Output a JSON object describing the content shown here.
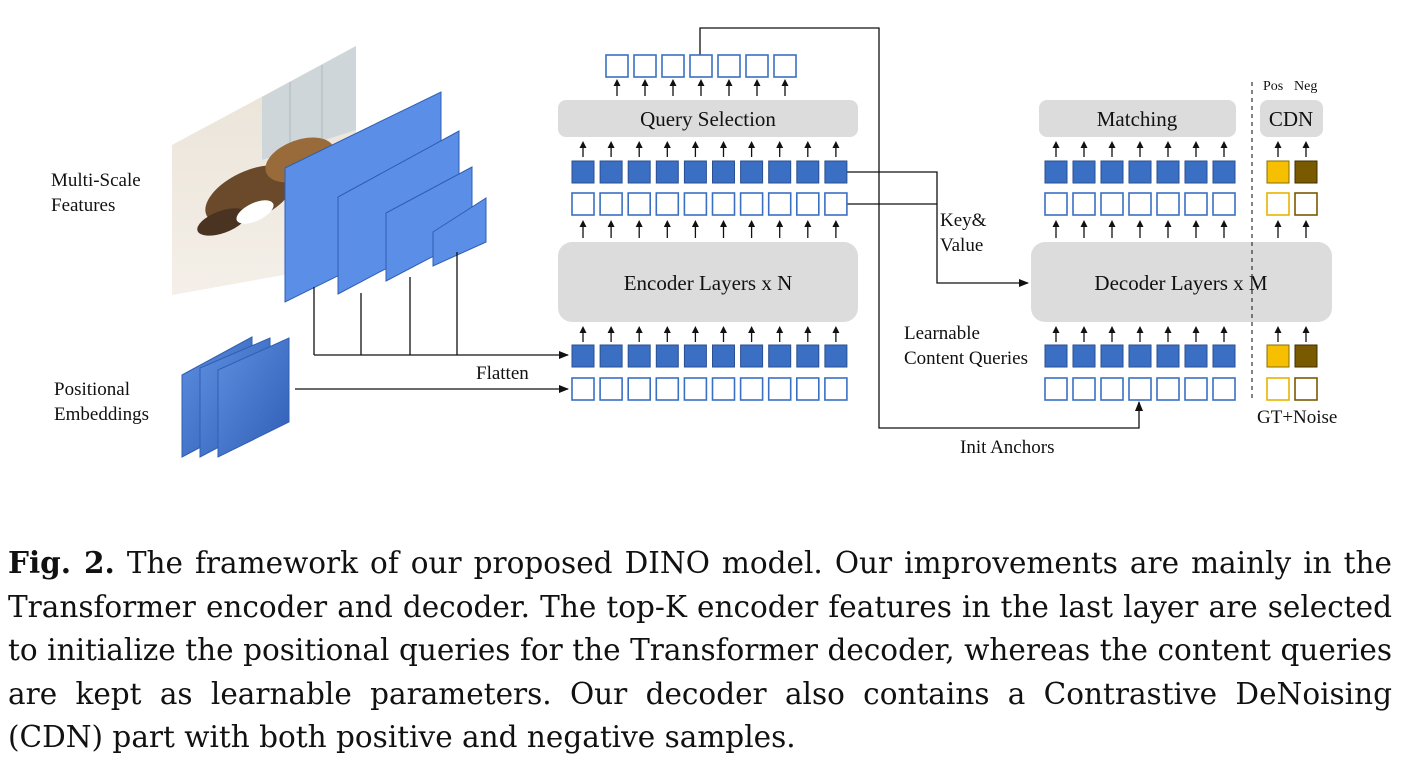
{
  "colors": {
    "token_fill": "#3a6fc4",
    "token_stroke": "#2a4f93",
    "token_empty_stroke": "#3a6fc4",
    "block_fill": "#dcdcdc",
    "feature_fill": "#5b8ee6",
    "feature_stroke": "#2f5fb3",
    "pos_fill": "#f6c000",
    "neg_fill": "#7a5a00",
    "pos_empty_stroke": "#e8b400",
    "neg_empty_stroke": "#7a5a00",
    "line": "#111111"
  },
  "labels": {
    "multi_scale_line1": "Multi-Scale",
    "multi_scale_line2": "Features",
    "positional_line1": "Positional",
    "positional_line2": "Embeddings",
    "flatten": "Flatten",
    "query_selection": "Query Selection",
    "encoder": "Encoder Layers x N",
    "key_value_line1": "Key&",
    "key_value_line2": "Value",
    "decoder": "Decoder Layers x M",
    "matching": "Matching",
    "cdn": "CDN",
    "pos": "Pos",
    "neg": "Neg",
    "learnable_line1": "Learnable",
    "learnable_line2": "Content Queries",
    "gt_noise": "GT+Noise",
    "init_anchors": "Init Anchors"
  },
  "caption": {
    "label": "Fig. 2.",
    "text": "The framework of our proposed DINO model. Our improvements are mainly in the Transformer encoder and decoder. The top-K encoder features in the last layer are selected to initialize the positional queries for the Transformer decoder, whereas the content queries are kept as learnable parameters. Our decoder also contains a Contrastive DeNoising (CDN) part with both positive and negative samples."
  }
}
